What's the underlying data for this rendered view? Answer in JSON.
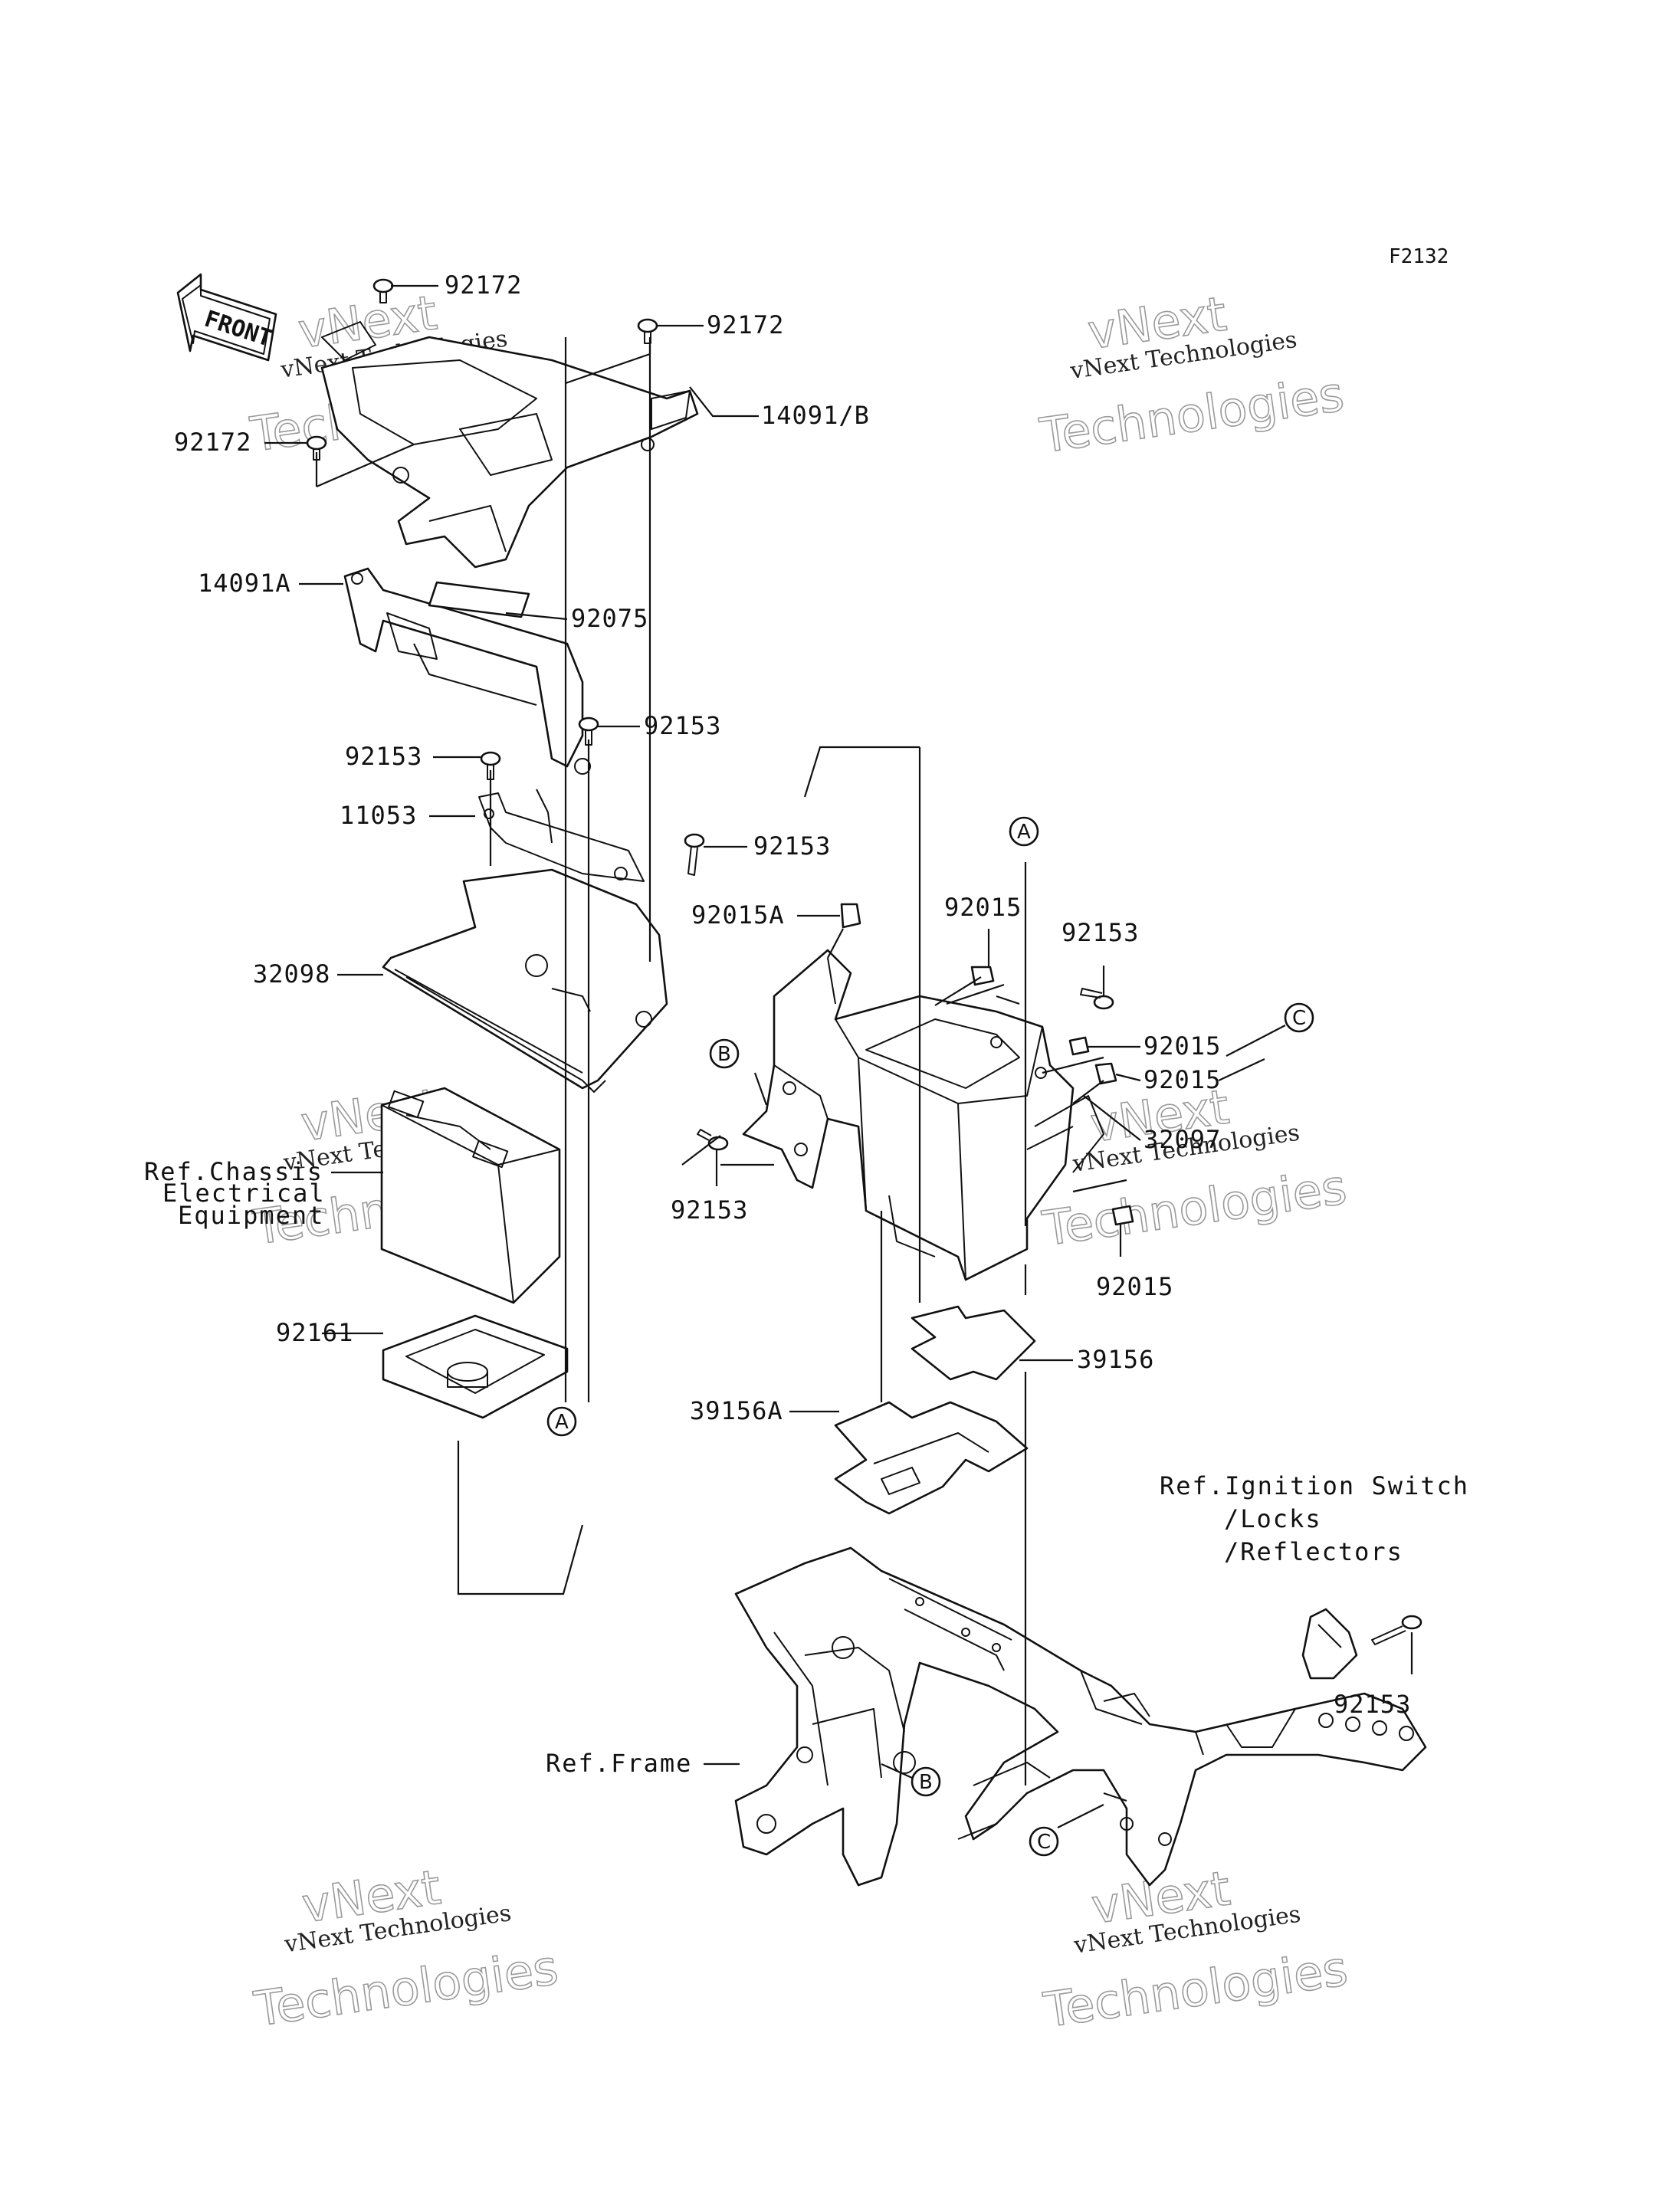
{
  "figure_code": "F2132",
  "front_label": "FRONT",
  "watermark": {
    "company": "vNext Technologies",
    "word1": "vNext",
    "word2": "Technologies"
  },
  "parts": {
    "p92172_a": "92172",
    "p92172_b": "92172",
    "p92172_c": "92172",
    "p14091b": "14091/B",
    "p14091a": "14091A",
    "p92075": "92075",
    "p92153_a": "92153",
    "p92153_b": "92153",
    "p11053": "11053",
    "p92153_c": "92153",
    "p92015a": "92015A",
    "p92015_a": "92015",
    "p92153_d": "92153",
    "p32098": "32098",
    "p92015_b": "92015",
    "p92015_c": "92015",
    "p32097": "32097",
    "p92153_e": "92153",
    "p92015_d": "92015",
    "p92161": "92161",
    "p39156": "39156",
    "p39156a": "39156A",
    "p92153_f": "92153"
  },
  "refs": {
    "chassis_1": "Ref.Chassis",
    "chassis_2": "Electrical",
    "chassis_3": "Equipment",
    "ignition_1": "Ref.Ignition Switch",
    "ignition_2": "/Locks",
    "ignition_3": "/Reflectors",
    "frame": "Ref.Frame"
  },
  "callouts": {
    "a1": "A",
    "a2": "A",
    "b1": "B",
    "b2": "B",
    "c1": "C",
    "c2": "C"
  }
}
